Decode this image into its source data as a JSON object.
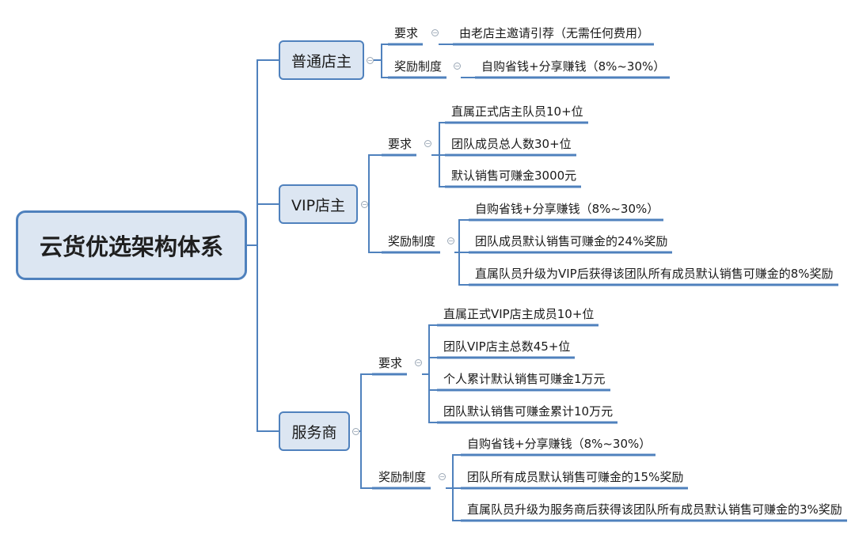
{
  "root": {
    "label": "云货优选架构体系"
  },
  "branches": [
    {
      "label": "普通店主",
      "groups": [
        {
          "label": "要求",
          "items": [
            "由老店主邀请引荐（无需任何费用）"
          ]
        },
        {
          "label": "奖励制度",
          "items": [
            "自购省钱+分享赚钱（8%~30%）"
          ]
        }
      ]
    },
    {
      "label": "VIP店主",
      "groups": [
        {
          "label": "要求",
          "items": [
            "直属正式店主队员10+位",
            "团队成员总人数30+位",
            "默认销售可赚金3000元"
          ]
        },
        {
          "label": "奖励制度",
          "items": [
            "自购省钱+分享赚钱（8%~30%）",
            "团队成员默认销售可赚金的24%奖励",
            "直属队员升级为VIP后获得该团队所有成员默认销售可赚金的8%奖励"
          ]
        }
      ]
    },
    {
      "label": "服务商",
      "groups": [
        {
          "label": "要求",
          "items": [
            "直属正式VIP店主成员10+位",
            "团队VIP店主总数45+位",
            "个人累计默认销售可赚金1万元",
            "团队默认销售可赚金累计10万元"
          ]
        },
        {
          "label": "奖励制度",
          "items": [
            "自购省钱+分享赚钱（8%~30%）",
            "团队所有成员默认销售可赚金的15%奖励",
            "直属队员升级为服务商后获得该团队所有成员默认销售可赚金的3%奖励"
          ]
        }
      ]
    }
  ],
  "colors": {
    "connector": "#4f81bd",
    "node_fill": "#dce6f2",
    "node_border": "#4f81bd"
  },
  "icons": {
    "collapse": "collapse-circle-icon"
  }
}
